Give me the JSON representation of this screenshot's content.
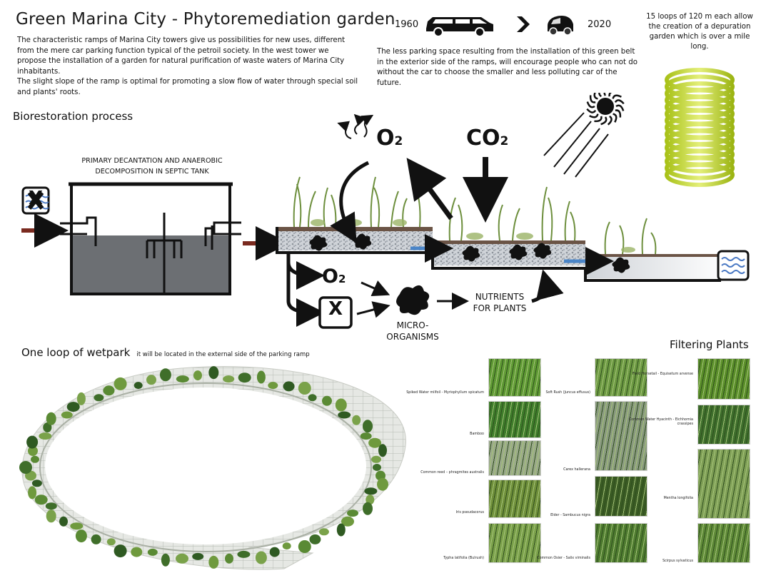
{
  "header": {
    "title": "Green Marina City - Phytoremediation garden",
    "intro_1": "The characteristic ramps of Marina City towers give us possibilities for new uses, different from the mere car parking function typical of the petroil society. In the west tower we propose the installation of a garden for natural purification of waste waters of Marina City inhabitants.",
    "intro_2": "The slight slope of the ramp is optimal for promoting a slow flow of water through special soil and plants' roots."
  },
  "comparison": {
    "year_old": "1960",
    "year_new": "2020",
    "text": "The less parking space resulting from the installation of this green belt in the exterior side of the ramps, will encourage people who can not do without the car to choose the smaller and less polluting car of the future.",
    "old_car_icon": "station-wagon-icon",
    "new_car_icon": "smart-car-icon",
    "arrow_icon": "chevron-right-icon"
  },
  "loops_note": "15 loops of 120 m each allow the creation of a depuration garden which is over a mile long.",
  "biorestoration": {
    "heading": "Biorestoration process",
    "tank_label_1": "PRIMARY DECANTATION AND ANAEROBIC",
    "tank_label_2": "DECOMPOSITION IN SEPTIC TANK",
    "o2_top": "O",
    "co2": "CO",
    "sub2": "2",
    "o2_bottom": "O",
    "x_label": "X",
    "micro_1": "MICRO-",
    "micro_2": "ORGANISMS",
    "nutrients_1": "NUTRIENTS",
    "nutrients_2": "FOR PLANTS",
    "dirty_water_icon": "polluted-water-icon",
    "clean_water_icon": "clean-water-icon",
    "sun_icon": "sun-icon"
  },
  "wetpark": {
    "heading": "One loop of wetpark",
    "note": "it will be located in the external side of the parking ramp"
  },
  "filtering": {
    "heading": "Filtering Plants",
    "plants": [
      {
        "name": "Spiked Water milfoil - Myriophyllum spicatum",
        "color": "#5f9a34"
      },
      {
        "name": "Bamboo",
        "color": "#3f7d2b"
      },
      {
        "name": "Common reed – phragmites australis",
        "color": "#9aa98a"
      },
      {
        "name": "Iris pseudacorus",
        "color": "#6f8f3a"
      },
      {
        "name": "Typha latifolia (Bulrush)",
        "color": "#7aa04a"
      },
      {
        "name": "Soft Rush (Juncus effusus)",
        "color": "#6d9a43"
      },
      {
        "name": "Carex hallerana",
        "color": "#8a9a80"
      },
      {
        "name": "Elder - Sambucus nigra",
        "color": "#3b5c24"
      },
      {
        "name": "Common Osier - Salix viminalis",
        "color": "#4f7c30"
      },
      {
        "name": "Field Horsetail - Equisetum arvense",
        "color": "#5b8f2a"
      },
      {
        "name": "Common Water Hyacinth - Eichhornia crassipes",
        "color": "#3e6e2c"
      },
      {
        "name": "Mentha longifolia",
        "color": "#7f9f56"
      },
      {
        "name": "Scirpus sylvaticus",
        "color": "#5f8a38"
      }
    ]
  }
}
